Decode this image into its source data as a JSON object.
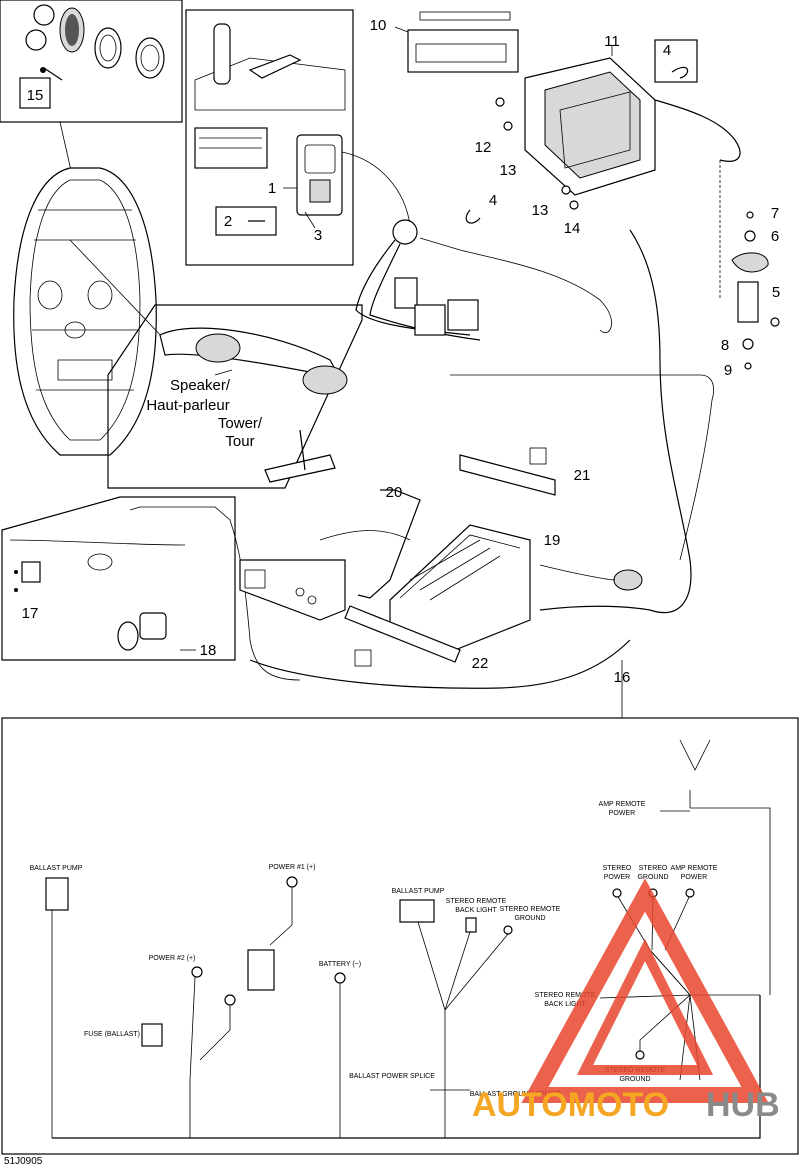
{
  "diagram_ref": "51J0905",
  "callouts": {
    "c1": "1",
    "c2": "2",
    "c3": "3",
    "c4a": "4",
    "c4b": "4",
    "c5": "5",
    "c6": "6",
    "c7": "7",
    "c8": "8",
    "c9": "9",
    "c10": "10",
    "c11": "11",
    "c12": "12",
    "c13a": "13",
    "c13b": "13",
    "c14": "14",
    "c15": "15",
    "c16": "16",
    "c17": "17",
    "c18": "18",
    "c19": "19",
    "c20": "20",
    "c21": "21",
    "c22": "22"
  },
  "labels": {
    "speaker_1": "Speaker/",
    "speaker_2": "Haut-parleur",
    "tower_1": "Tower/",
    "tower_2": "Tour"
  },
  "wiring": {
    "amp_remote_power_1": "AMP REMOTE",
    "amp_remote_power_2": "POWER",
    "stereo_power_1": "STEREO",
    "stereo_power_2": "POWER",
    "stereo_ground_1": "STEREO",
    "stereo_ground_2": "GROUND",
    "amp_remote_power2_1": "AMP REMOTE",
    "amp_remote_power2_2": "POWER",
    "ballast_pump_left": "BALLAST PUMP",
    "power1": "POWER #1 (+)",
    "power2": "POWER #2 (+)",
    "battery": "BATTERY (−)",
    "ballast_pump_center": "BALLAST PUMP",
    "stereo_remote_back_light_1": "STEREO REMOTE",
    "stereo_remote_back_light_2": "BACK LIGHT",
    "stereo_remote_ground_1": "STEREO REMOTE",
    "stereo_remote_ground_2": "GROUND",
    "fuse_ballast": "FUSE (BALLAST)",
    "stereo_remote_back_light_r1": "STEREO REMOTE",
    "stereo_remote_back_light_r2": "BACK LIGHT",
    "stereo_remote_ground_r1": "STEREO REMOTE",
    "stereo_remote_ground_r2": "GROUND",
    "ballast_power_splice": "BALLAST POWER SPLICE",
    "ballast_ground_splice": "BALLAST GROUND SPLICE"
  },
  "watermark": {
    "part1": "AUTOMOTO",
    "part2": "HUB",
    "color_red": "#e8452c",
    "color_orange": "#f5a623",
    "color_gray": "#8a8a8a"
  }
}
